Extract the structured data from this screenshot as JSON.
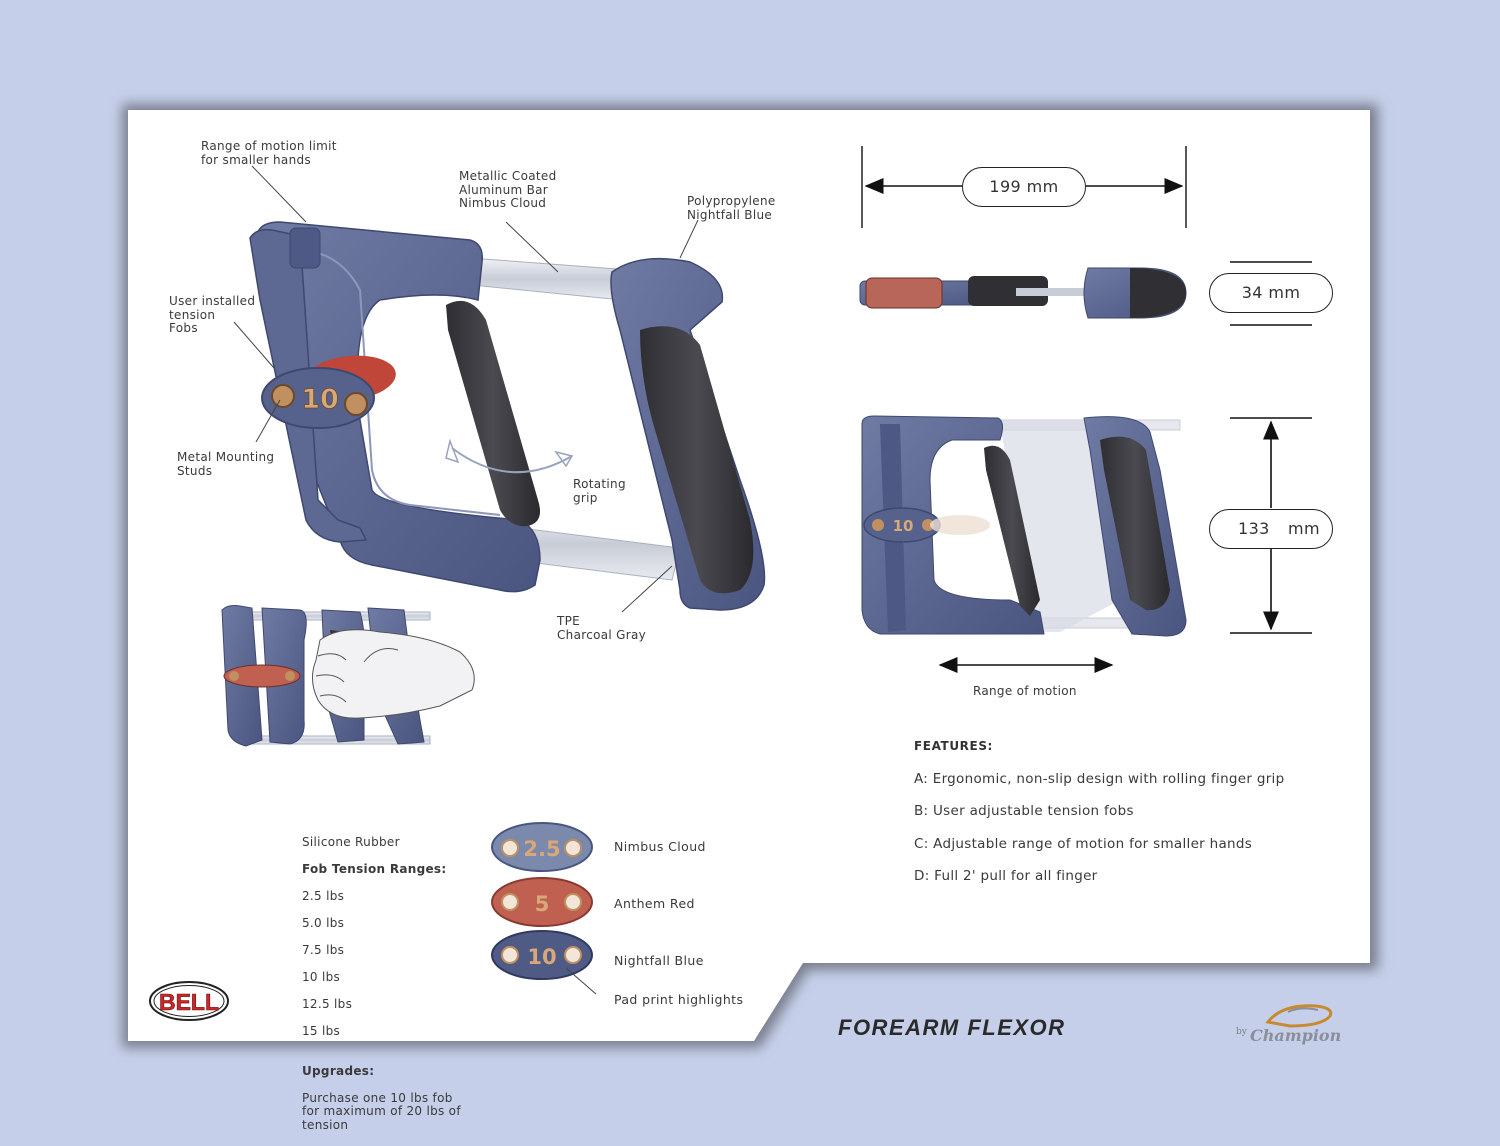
{
  "callouts": {
    "range_limit": "Range of motion limit\nfor smaller hands",
    "metal_bar": "Metallic Coated\nAluminum Bar\nNimbus Cloud",
    "polypropylene": "Polypropylene\nNightfall Blue",
    "tension_fobs": "User installed\ntension\nFobs",
    "mounting_studs": "Metal Mounting\nStuds",
    "rotating_grip": "Rotating\ngrip",
    "tpe": "TPE\nCharcoal Gray",
    "range_of_motion": "Range of motion",
    "pad_print": "Pad print highlights"
  },
  "fob_number_large": "10",
  "dimensions": {
    "width": "199 mm",
    "depth": "34 mm",
    "height_value": "133",
    "height_unit": "mm"
  },
  "specs": {
    "material": "Silicone Rubber",
    "ranges_title": "Fob Tension Ranges:",
    "ranges": [
      "2.5 lbs",
      "5.0 lbs",
      "7.5 lbs",
      "10 lbs",
      "12.5 lbs",
      "15 lbs"
    ],
    "upgrades_title": "Upgrades:",
    "upgrades_text": "Purchase one 10 lbs fob\nfor maximum of 20 lbs of\ntension"
  },
  "swatches": [
    {
      "number": "2.5",
      "name": "Nimbus Cloud",
      "color": "#7b89ad"
    },
    {
      "number": "5",
      "name": "Anthem Red",
      "color": "#c06050"
    },
    {
      "number": "10",
      "name": "Nightfall Blue",
      "color": "#4f5b85"
    }
  ],
  "features": {
    "title": "FEATURES:",
    "items": [
      "A: Ergonomic, non-slip design with rolling finger grip",
      "B: User adjustable tension fobs",
      "C: Adjustable range of motion for smaller hands",
      "D: Full 2' pull for all finger"
    ]
  },
  "brand": {
    "bell": "BELL",
    "product_title": "FOREARM FLEXOR",
    "by": "by",
    "champion": "Champion"
  },
  "colors": {
    "background": "#c5cfe9",
    "body_blue": "#5a6690",
    "grip_gray": "#3a3a3f",
    "accent_red": "#c0463a",
    "fob_bronze": "#c09060"
  }
}
